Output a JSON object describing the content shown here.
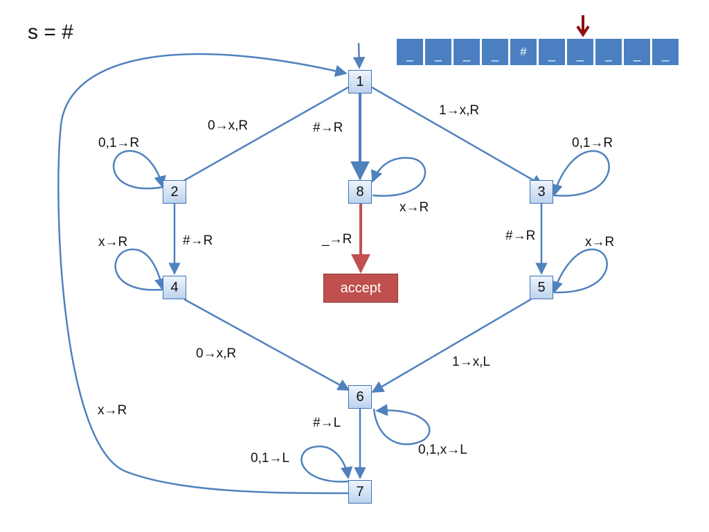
{
  "title": "s = #",
  "tape": [
    "_",
    "_",
    "_",
    "_",
    "#",
    "_",
    "_",
    "_",
    "_",
    "_"
  ],
  "colors": {
    "edge": "#4f81bd",
    "accept_edge": "#c0504d",
    "head_arrow": "#8b0e0e",
    "tape": "#4a7fc1"
  },
  "states": {
    "s1": "1",
    "s2": "2",
    "s3": "3",
    "s4": "4",
    "s5": "5",
    "s6": "6",
    "s7": "7",
    "s8": "8",
    "accept": "accept"
  },
  "transitions": {
    "t1_2": "0→x,R",
    "t1_3": "1→x,R",
    "t1_8": "#→R",
    "loop2": "0,1→R",
    "t2_4": "#→R",
    "loop3": "0,1→R",
    "t3_5": "#→R",
    "loop4": "x→R",
    "loop5": "x→R",
    "loop8": "x→R",
    "t8_accept": "_→R",
    "t4_6": "0→x,R",
    "t5_6": "1→x,L",
    "loop6": "0,1,x→L",
    "t6_7": "#→L",
    "loop7": "0,1→L",
    "t7_1": "x→R"
  }
}
